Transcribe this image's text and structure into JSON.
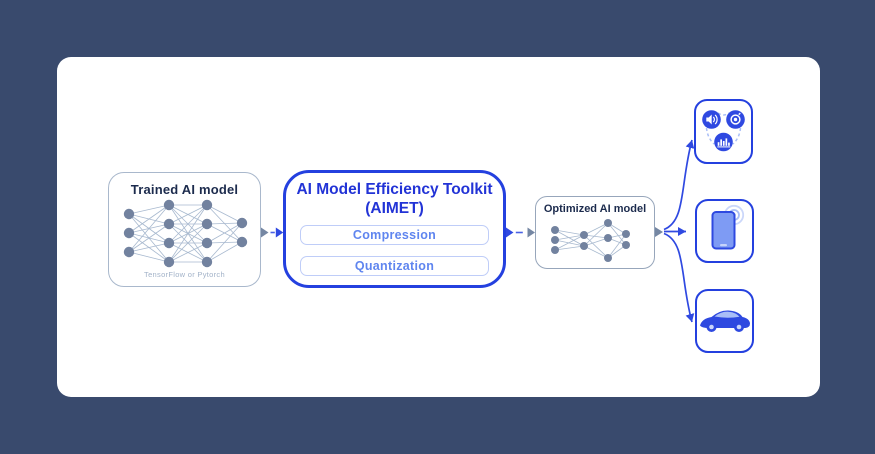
{
  "colors": {
    "background": "#394A6D",
    "card": "#FFFFFF",
    "accent_blue": "#2440DF",
    "aimet_title_blue": "#2233D6",
    "pill_text_blue": "#5F85EF",
    "pill_border_blue": "#BFCDF8",
    "title_navy": "#1C2B4D",
    "node_slate": "#72829F",
    "edge_light": "#A8B9CF",
    "gray_border": "#A9B8CC",
    "caption_gray": "#A2B2C8"
  },
  "trained_model": {
    "title": "Trained AI model",
    "caption": "TensorFlow or Pytorch",
    "graphic": "neural-network"
  },
  "aimet": {
    "title_line1": "AI Model Efficiency Toolkit",
    "title_line2": "(AIMET)",
    "buttons": [
      {
        "label": "Compression"
      },
      {
        "label": "Quantization"
      }
    ]
  },
  "optimized_model": {
    "title": "Optimized AI model",
    "graphic": "neural-network-small"
  },
  "use_case_boxes": [
    {
      "name": "media-analytics",
      "icons": [
        "speaker-icon",
        "camera-lens-icon",
        "equalizer-icon"
      ]
    },
    {
      "name": "smartphone",
      "icons": [
        "smartphone-icon",
        "signal-waves-icon"
      ]
    },
    {
      "name": "automotive",
      "icons": [
        "car-icon"
      ]
    }
  ],
  "flow": {
    "arrows": [
      "trained-to-aimet",
      "aimet-to-optimized",
      "optimized-to-media",
      "optimized-to-smartphone",
      "optimized-to-automotive"
    ]
  }
}
